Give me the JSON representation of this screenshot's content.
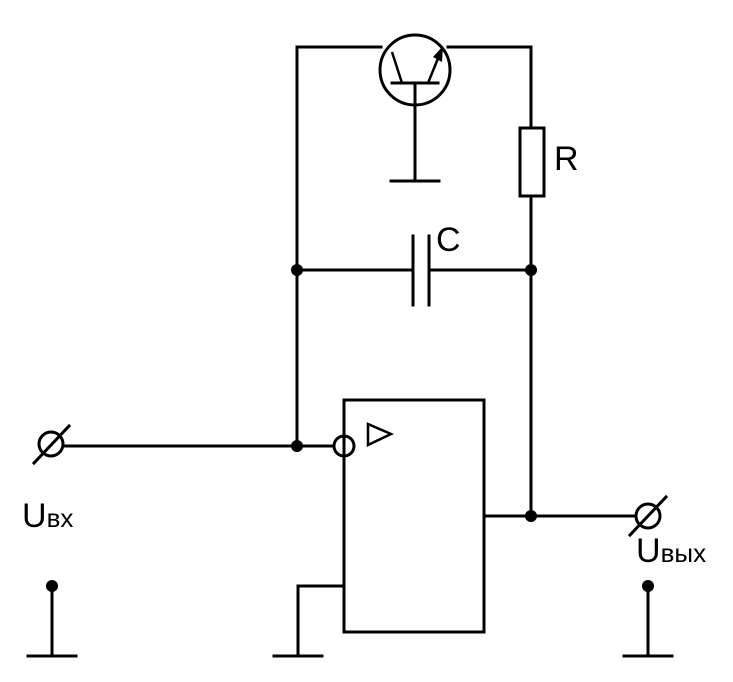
{
  "labels": {
    "resistor": "R",
    "capacitor": "C",
    "input_main": "U",
    "input_sub": "вх",
    "output_main": "U",
    "output_sub": "вых"
  }
}
